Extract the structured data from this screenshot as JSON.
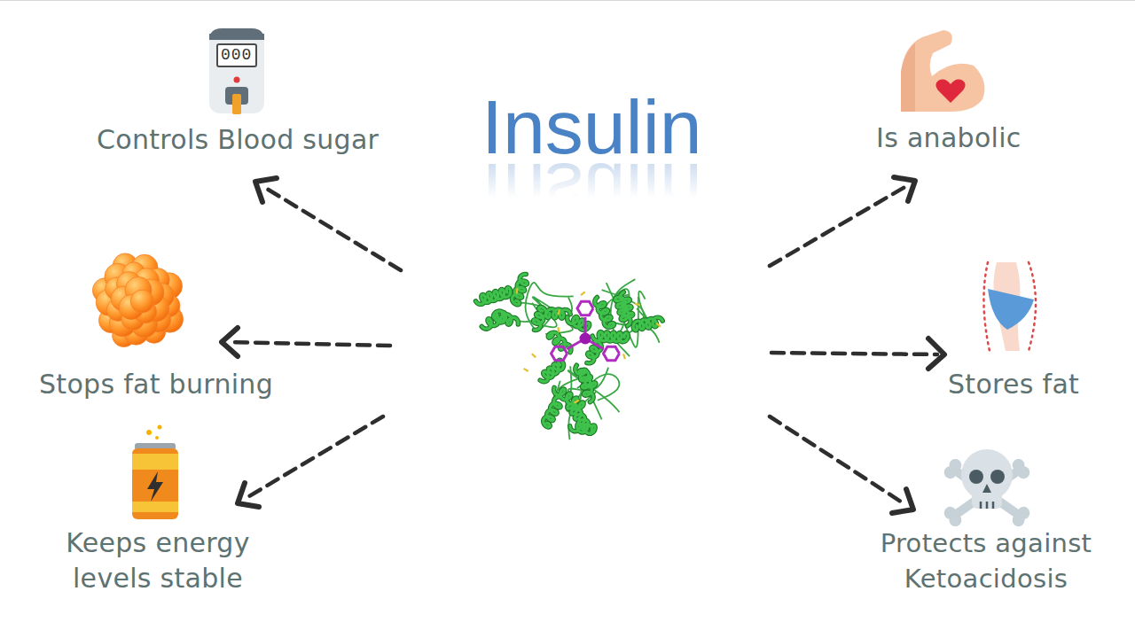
{
  "diagram": {
    "title": "Insulin",
    "labels": [
      "000",
      "Controls Blood sugar",
      "Is anabolic",
      "Stops fat burning",
      "Stores fat",
      "Keeps energy levels stable",
      "Protects against Ketoacidosis"
    ]
  }
}
